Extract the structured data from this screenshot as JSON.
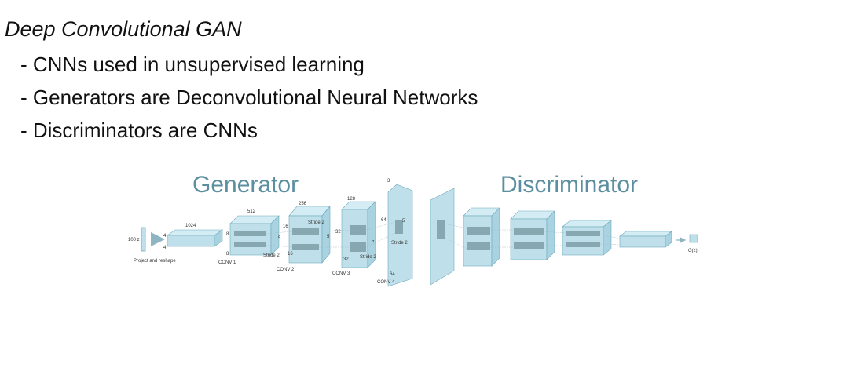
{
  "title": "Deep Convolutional GAN",
  "bullets": [
    "- CNNs used in unsupervised learning",
    "- Generators are Deconvolutional Neural Networks",
    "- Discriminators are CNNs"
  ],
  "diagram": {
    "generator_heading": "Generator",
    "discriminator_heading": "Discriminator",
    "labels": {
      "z": "100 z",
      "project": "Project and reshape",
      "conv1": "CONV 1",
      "conv2": "CONV 2",
      "conv3": "CONV 3",
      "conv4": "CONV 4",
      "d1024": "1024",
      "d512": "512",
      "d256": "256",
      "d128": "128",
      "d3": "3",
      "n4a": "4",
      "n4b": "4",
      "n8a": "8",
      "n8b": "8",
      "n16a": "16",
      "n16b": "16",
      "n32a": "32",
      "n32b": "32",
      "n64a": "64",
      "n64b": "64",
      "n5a": "5",
      "n5b": "5",
      "n5c": "5",
      "n5d": "5",
      "stride_a": "Stride 2",
      "stride_b": "Stride 2",
      "stride_c": "Stride 2",
      "stride_d": "Stride 2",
      "gz": "G(z)"
    }
  },
  "colors": {
    "box_fill": "#bfe0ea",
    "box_stroke": "#6ea9bd",
    "heading": "#5b8fa0"
  }
}
